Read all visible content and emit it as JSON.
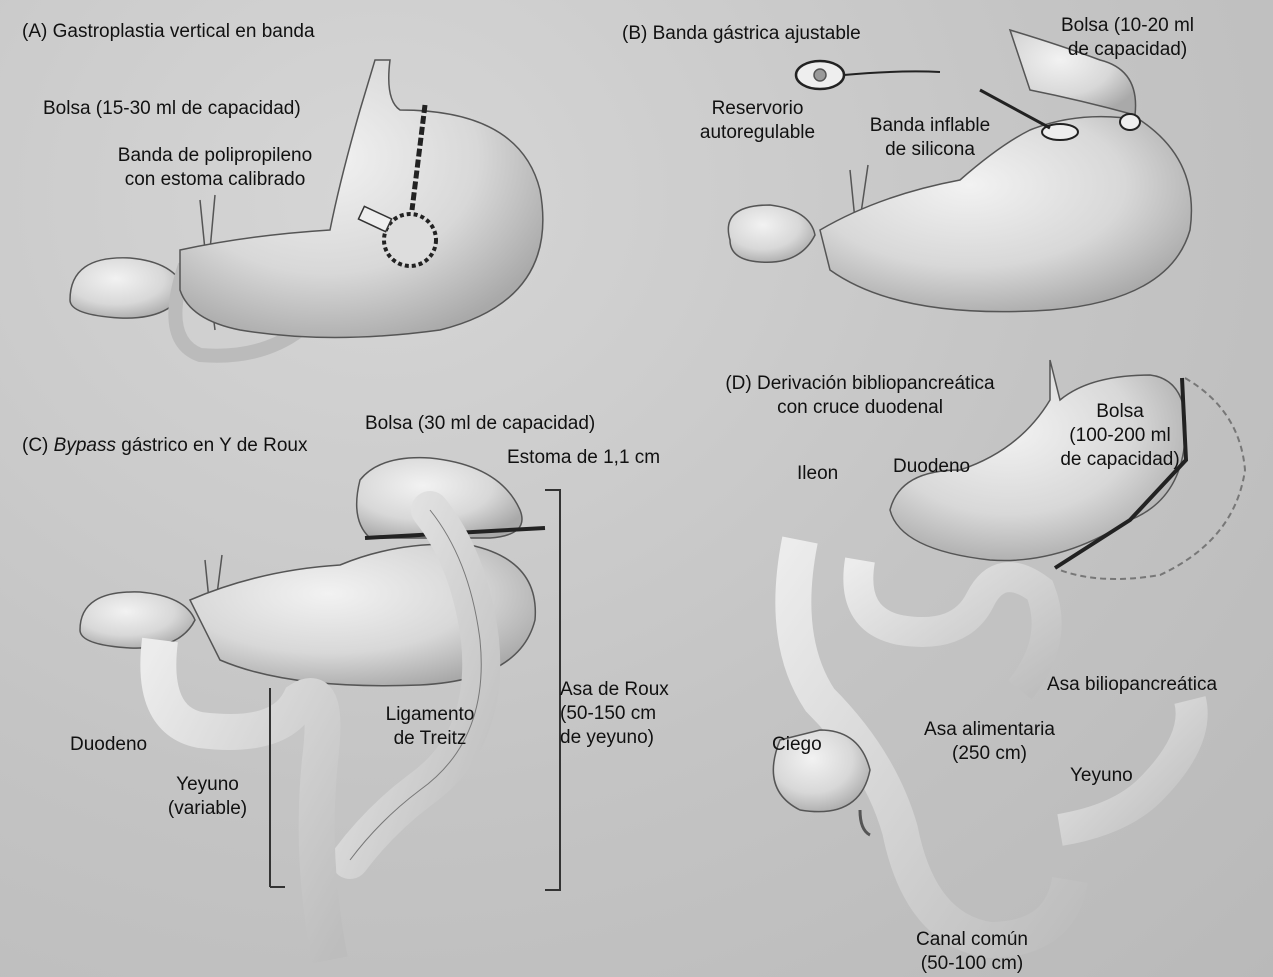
{
  "panels": {
    "a": {
      "title": "(A) Gastroplastia vertical en banda",
      "pouch": "Bolsa (15-30 ml de capacidad)",
      "band_line1": "Banda de polipropileno",
      "band_line2": "con estoma calibrado"
    },
    "b": {
      "title": "(B) Banda gástrica ajustable",
      "pouch_line1": "Bolsa (10-20 ml",
      "pouch_line2": "de capacidad)",
      "reservoir_line1": "Reservorio",
      "reservoir_line2": "autoregulable",
      "band_line1": "Banda inflable",
      "band_line2": "de silicona"
    },
    "c": {
      "title_prefix": "(C) ",
      "title_italic": "Bypass",
      "title_suffix": " gástrico en Y de Roux",
      "pouch": "Bolsa (30 ml de capacidad)",
      "stoma": "Estoma de 1,1 cm",
      "roux_line1": "Asa de Roux",
      "roux_line2": "(50-150 cm",
      "roux_line3": "de yeyuno)",
      "ligament_line1": "Ligamento",
      "ligament_line2": "de Treitz",
      "duodenum": "Duodeno",
      "jejunum_line1": "Yeyuno",
      "jejunum_line2": "(variable)"
    },
    "d": {
      "title_line1": "(D) Derivación bibliopancreática",
      "title_line2": "con cruce duodenal",
      "pouch_line1": "Bolsa",
      "pouch_line2": "(100-200 ml",
      "pouch_line3": "de capacidad)",
      "ileum": "Ileon",
      "duodenum": "Duodeno",
      "bilio_loop": "Asa biliopancreática",
      "alim_line1": "Asa alimentaria",
      "alim_line2": "(250 cm)",
      "cecum": "Ciego",
      "jejunum": "Yeyuno",
      "common_line1": "Canal común",
      "common_line2": "(50-100 cm)"
    }
  }
}
